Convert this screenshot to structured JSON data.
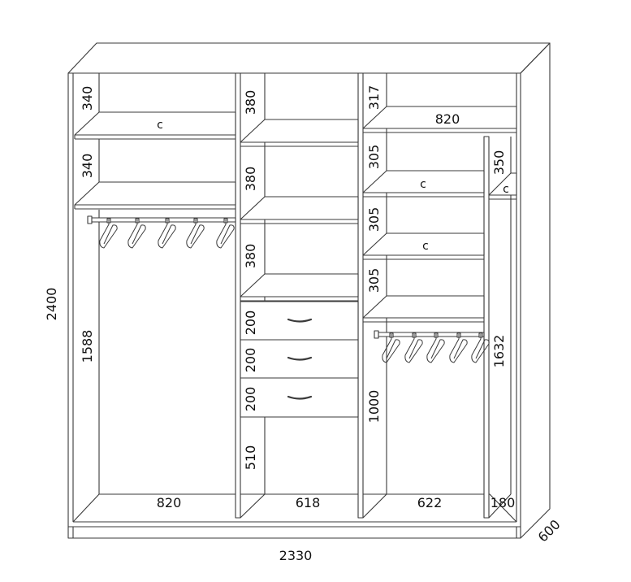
{
  "dimensions": {
    "overall_height": "2400",
    "overall_width": "2330",
    "depth": "600",
    "section1": {
      "shelf_gap_1": "340",
      "shelf_gap_2": "340",
      "hanging_height": "1588",
      "width": "820",
      "shelf_label_1": "c"
    },
    "section2": {
      "shelf_gap_1": "380",
      "shelf_gap_2": "380",
      "shelf_gap_3": "380",
      "drawer_1": "200",
      "drawer_2": "200",
      "drawer_3": "200",
      "bottom_gap": "510",
      "width": "618"
    },
    "section3": {
      "top_gap": "317",
      "top_width": "820",
      "shelf_gap_1": "305",
      "shelf_gap_2": "305",
      "shelf_gap_3": "305",
      "hanging_height": "1000",
      "width": "622",
      "shelf_label_1": "c",
      "shelf_label_2": "c"
    },
    "section4": {
      "shelf_gap": "350",
      "hanging_height": "1632",
      "width": "180",
      "shelf_label": "c"
    }
  }
}
